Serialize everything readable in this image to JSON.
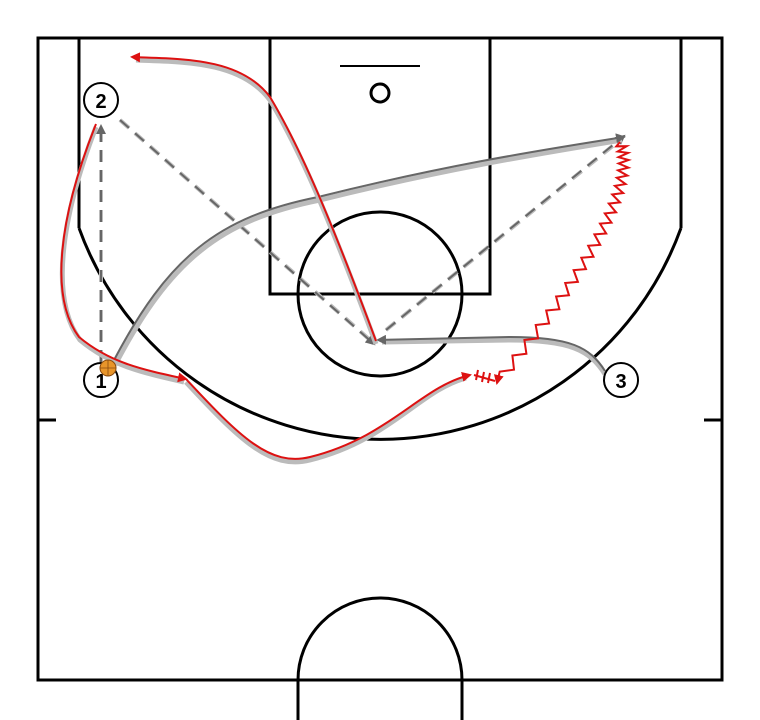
{
  "diagram": {
    "type": "basketball-play",
    "colors": {
      "court": "#000000",
      "cut_red": "#dd1111",
      "pass_gray": "#777777",
      "shadow_gray": "#bbbbbb",
      "ball": "#e8952a"
    },
    "players": [
      {
        "id": "p1",
        "label": "1",
        "has_ball": true
      },
      {
        "id": "p2",
        "label": "2",
        "has_ball": false
      },
      {
        "id": "p3",
        "label": "3",
        "has_ball": false
      }
    ],
    "actions": [
      {
        "kind": "cut",
        "label": "player-1-cut"
      },
      {
        "kind": "cut",
        "label": "player-2-cut"
      },
      {
        "kind": "dribble",
        "label": "player-3-dribble"
      },
      {
        "kind": "pass",
        "label": "pass-1-to-2"
      },
      {
        "kind": "pass",
        "label": "pass-2-to-post"
      },
      {
        "kind": "pass",
        "label": "pass-post-to-wing"
      },
      {
        "kind": "screen",
        "label": "screen-marker"
      }
    ]
  }
}
